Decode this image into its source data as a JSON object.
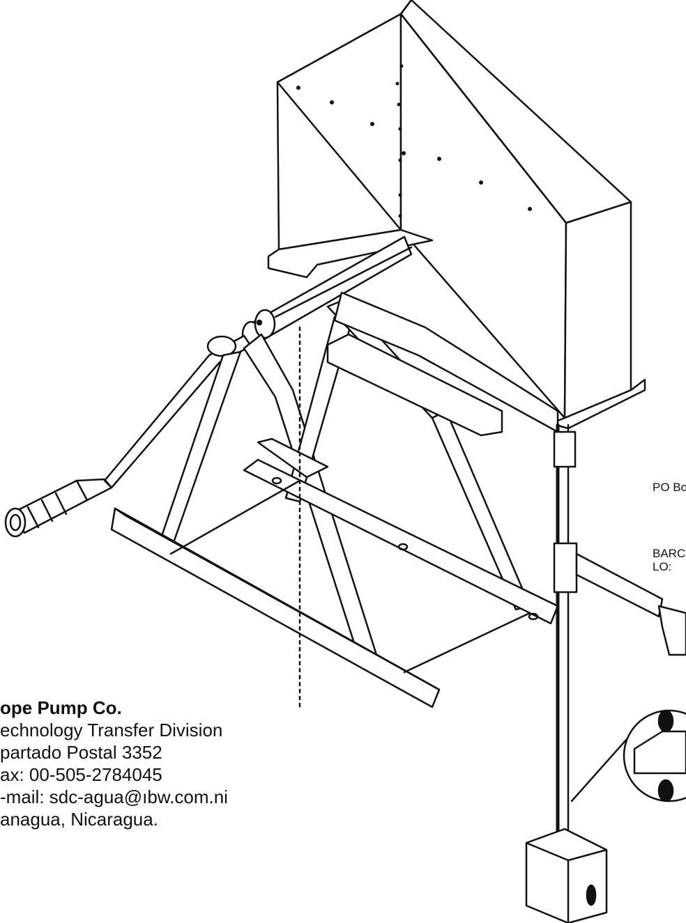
{
  "address": {
    "line1": "ope Pump Co.",
    "line2": "echnology Transfer Division",
    "line3": "partado Postal 3352",
    "line4": "ax: 00-505-2784045",
    "line5": "-mail: sdc-agua@ıbw.com.ni",
    "line6": "anagua, Nicaragua."
  },
  "side_labels": {
    "pobox": "PO Bo",
    "barcode_line1": "BARC",
    "barcode_line2": "LO:"
  },
  "colors": {
    "ink": "#111111",
    "paper": "#ffffff"
  }
}
